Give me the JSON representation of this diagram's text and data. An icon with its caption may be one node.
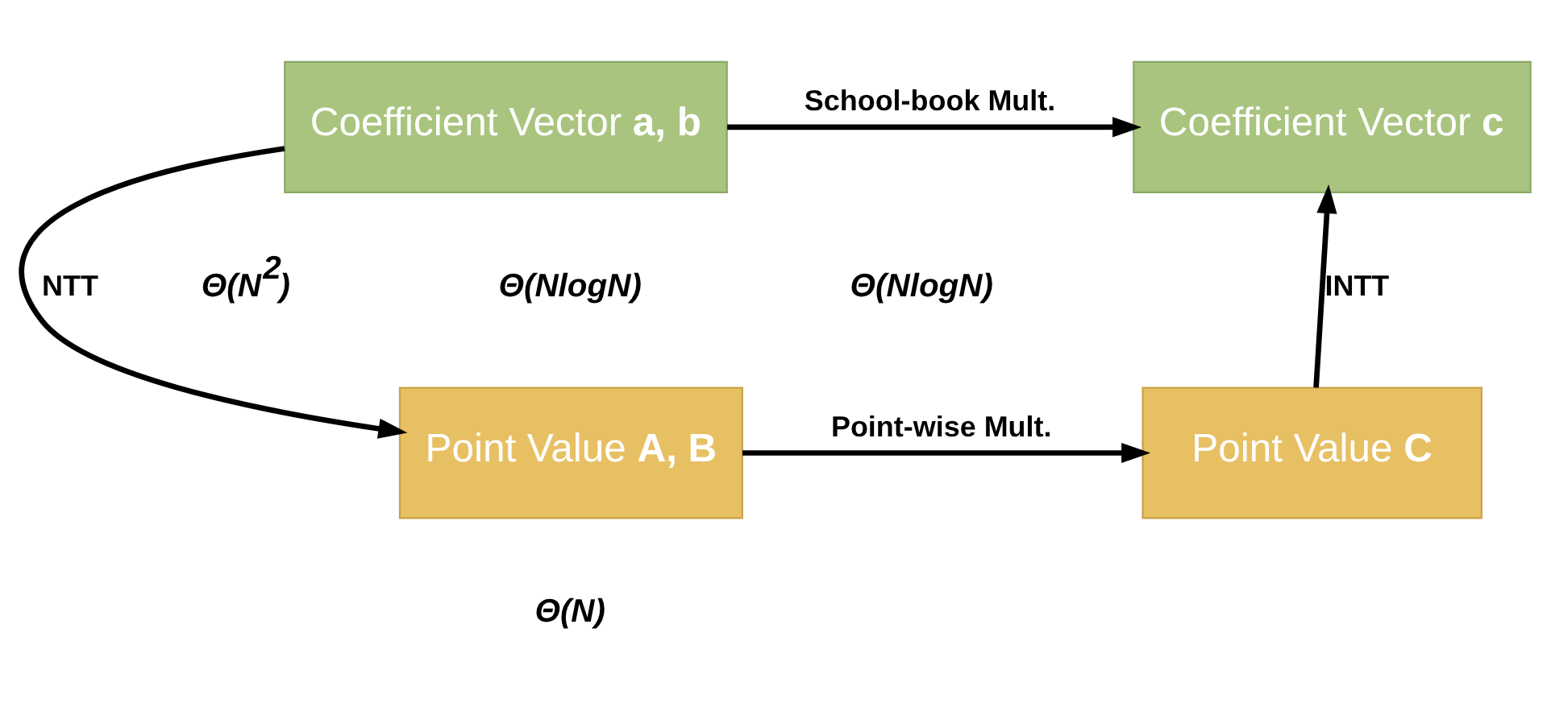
{
  "diagram": {
    "nodes": [
      {
        "text": [
          "Coefficient Vector **a, b**"
        ]
      },
      {
        "text": [
          "Coefficient Vector **c**"
        ]
      },
      {
        "text": [
          "Point Value **A, B**"
        ]
      },
      {
        "text": [
          "Point Value **C**"
        ]
      }
    ],
    "edges": [
      {
        "from": 0,
        "to": 1,
        "arrow": "to",
        "label": "School-book Mult."
      },
      {
        "from": 0,
        "to": 2,
        "arrow": "to",
        "label": "NTT"
      },
      {
        "from": 2,
        "to": 3,
        "arrow": "to",
        "label": "Point-wise Mult."
      },
      {
        "from": 3,
        "to": 1,
        "arrow": "to",
        "label": "INTT"
      }
    ],
    "labels": [
      "Θ(N$^{2}$)",
      "Θ(NlogN)",
      "Θ(NlogN)",
      "Θ(N)"
    ]
  }
}
